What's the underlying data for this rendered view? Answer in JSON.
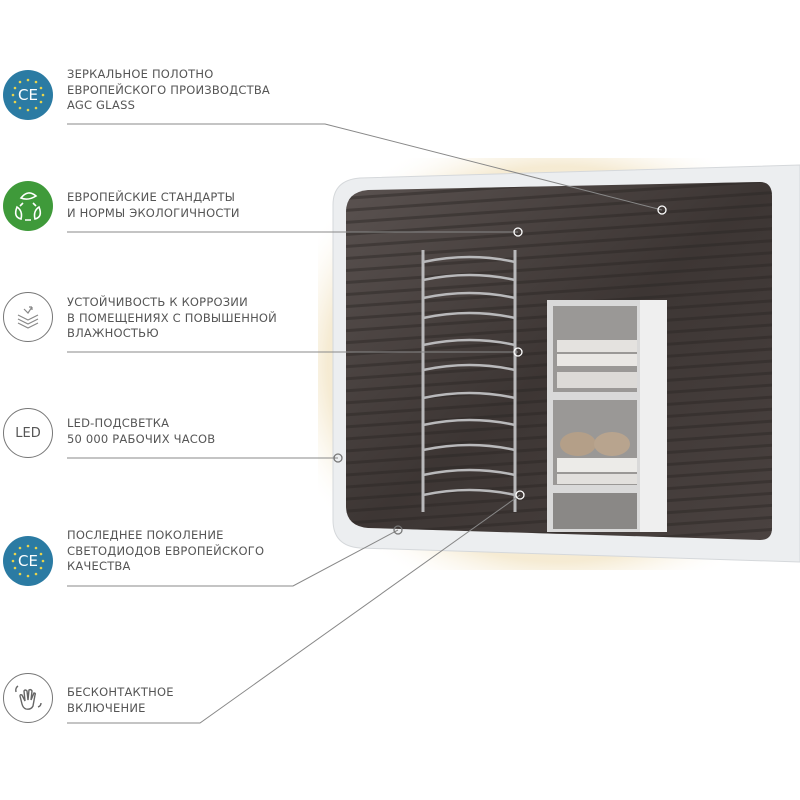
{
  "features": [
    {
      "icon": "ce-mark-icon",
      "lines": [
        "ЗЕРКАЛЬНОЕ  ПОЛОТНО",
        "ЕВРОПЕЙСКОГО ПРОИЗВОДСТВА",
        "AGC GLASS"
      ]
    },
    {
      "icon": "eco-leaves-recycle-icon",
      "lines": [
        "ЕВРОПЕЙСКИЕ СТАНДАРТЫ",
        "И НОРМЫ ЭКОЛОГИЧНОСТИ"
      ]
    },
    {
      "icon": "moisture-layers-icon",
      "lines": [
        "УСТОЙЧИВОСТЬ К КОРРОЗИИ",
        "В ПОМЕЩЕНИЯХ С ПОВЫШЕННОЙ",
        "ВЛАЖНОСТЬЮ"
      ]
    },
    {
      "icon": "led-icon",
      "icon_text": "LED",
      "lines": [
        "LED-ПОДСВЕТКА",
        "50 000 РАБОЧИХ ЧАСОВ"
      ]
    },
    {
      "icon": "ce-mark-icon",
      "lines": [
        "ПОСЛЕДНЕЕ ПОКОЛЕНИЕ",
        "СВЕТОДИОДОВ ЕВРОПЕЙСКОГО",
        "КАЧЕСТВА"
      ]
    },
    {
      "icon": "hand-wave-sensor-icon",
      "lines": [
        "БЕСКОНТАКТНОЕ",
        "ВКЛЮЧЕНИЕ"
      ]
    }
  ],
  "ce_text": "CE",
  "colors": {
    "ce_blue": "#2b7ba3",
    "eco_green": "#3f9a3a",
    "text": "#555555",
    "line": "#888888"
  }
}
